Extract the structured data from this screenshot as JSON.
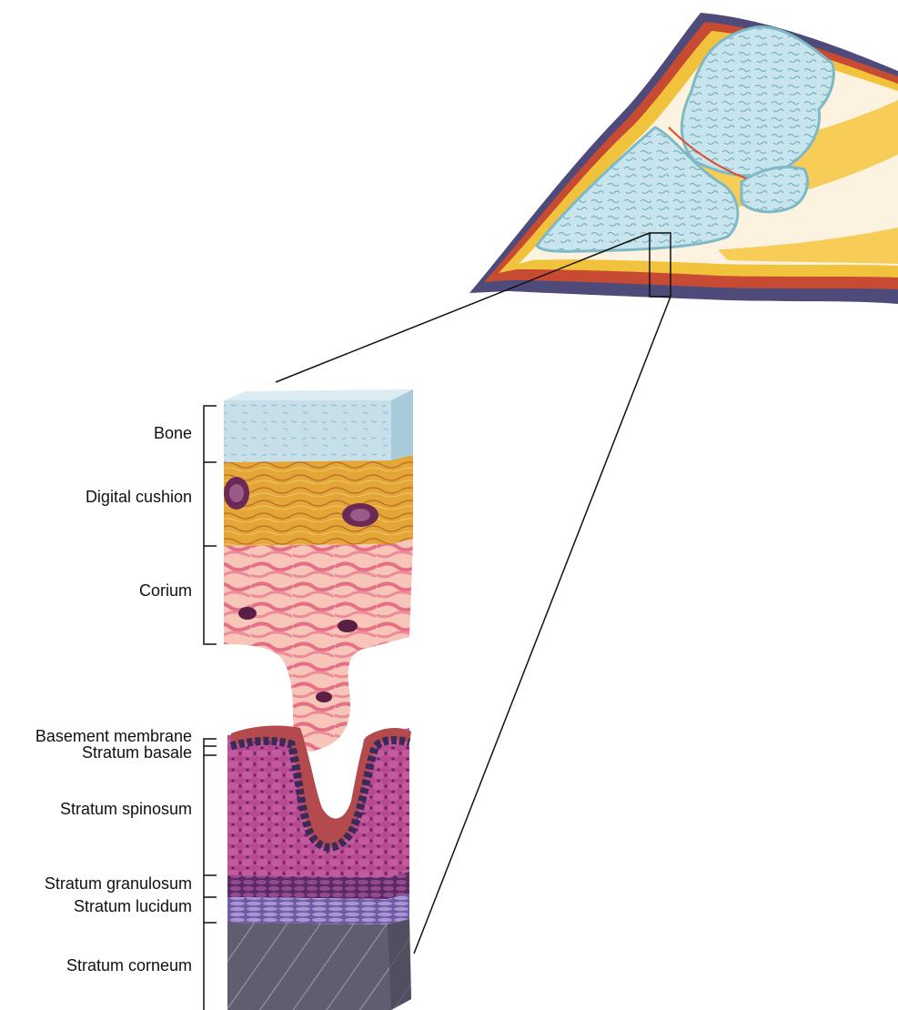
{
  "labels": {
    "bone": "Bone",
    "digital_cushion": "Digital cushion",
    "corium": "Corium",
    "basement_membrane": "Basement membrane",
    "stratum_basale": "Stratum basale",
    "stratum_spinosum": "Stratum spinosum",
    "stratum_granulosum": "Stratum granulosum",
    "stratum_lucidum": "Stratum lucidum",
    "stratum_corneum": "Stratum corneum"
  },
  "colors": {
    "bone": "#c9e2ec",
    "bone_outline": "#7fb9c6",
    "digital_cushion": "#e9b241",
    "corium": "#f5b8b0",
    "corium_streak": "#e77f8f",
    "epidermis_spinosum": "#9a2f78",
    "stratum_basale": "#4a3a6a",
    "stratum_lucidum": "#8a72b8",
    "stratum_corneum": "#5f5a6b",
    "claw_outer": "#4e4b7a",
    "claw_red": "#d85030",
    "claw_yellow": "#f2c23a"
  }
}
